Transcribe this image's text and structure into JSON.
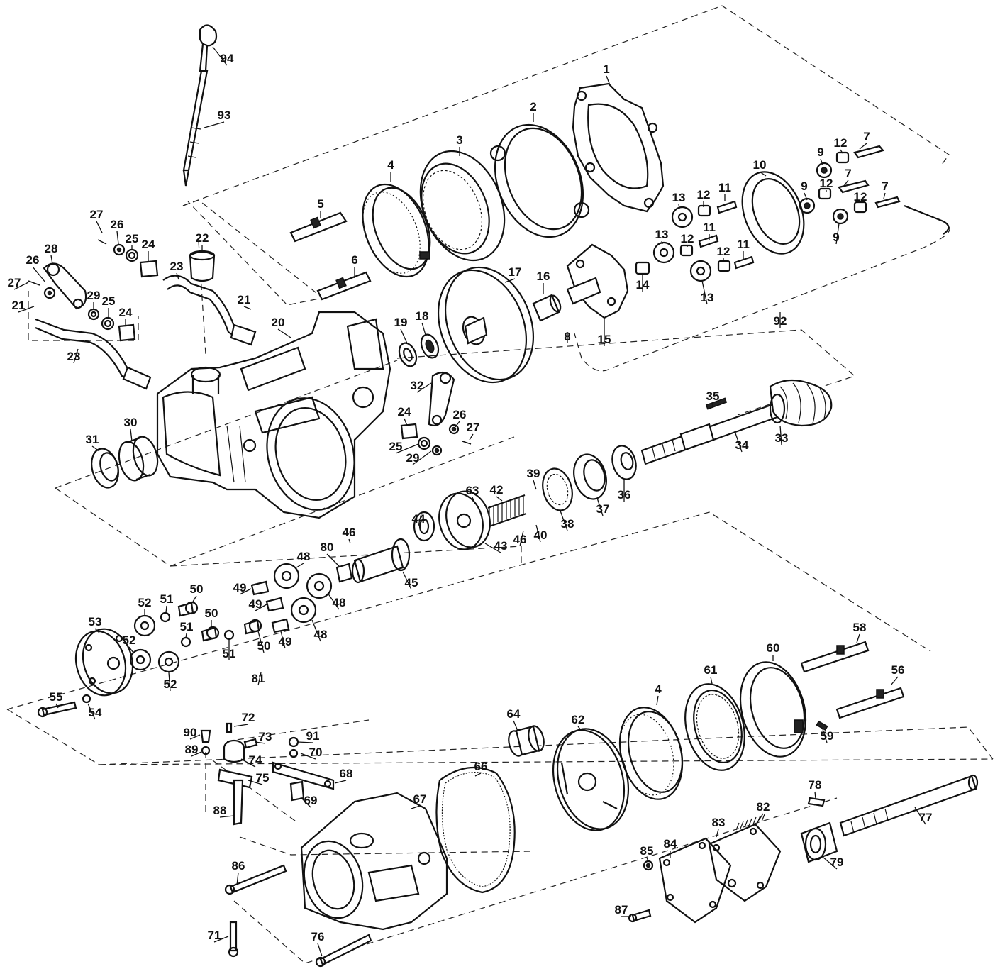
{
  "callouts": [
    {
      "id": "94",
      "text": "94"
    },
    {
      "id": "93",
      "text": "93"
    },
    {
      "id": "1",
      "text": "1"
    },
    {
      "id": "2",
      "text": "2"
    },
    {
      "id": "3",
      "text": "3"
    },
    {
      "id": "4a",
      "text": "4"
    },
    {
      "id": "5",
      "text": "5"
    },
    {
      "id": "6",
      "text": "6"
    },
    {
      "id": "7a",
      "text": "7"
    },
    {
      "id": "7b",
      "text": "7"
    },
    {
      "id": "7c",
      "text": "7"
    },
    {
      "id": "8",
      "text": "8"
    },
    {
      "id": "9a",
      "text": "9"
    },
    {
      "id": "9b",
      "text": "9"
    },
    {
      "id": "9c",
      "text": "9"
    },
    {
      "id": "10",
      "text": "10"
    },
    {
      "id": "11a",
      "text": "11"
    },
    {
      "id": "11b",
      "text": "11"
    },
    {
      "id": "11c",
      "text": "11"
    },
    {
      "id": "12a",
      "text": "12"
    },
    {
      "id": "12b",
      "text": "12"
    },
    {
      "id": "12c",
      "text": "12"
    },
    {
      "id": "12d",
      "text": "12"
    },
    {
      "id": "12e",
      "text": "12"
    },
    {
      "id": "12f",
      "text": "12"
    },
    {
      "id": "13a",
      "text": "13"
    },
    {
      "id": "13b",
      "text": "13"
    },
    {
      "id": "13c",
      "text": "13"
    },
    {
      "id": "14",
      "text": "14"
    },
    {
      "id": "15",
      "text": "15"
    },
    {
      "id": "16",
      "text": "16"
    },
    {
      "id": "17",
      "text": "17"
    },
    {
      "id": "18",
      "text": "18"
    },
    {
      "id": "19",
      "text": "19"
    },
    {
      "id": "20",
      "text": "20"
    },
    {
      "id": "21a",
      "text": "21"
    },
    {
      "id": "21b",
      "text": "21"
    },
    {
      "id": "22",
      "text": "22"
    },
    {
      "id": "23a",
      "text": "23"
    },
    {
      "id": "23b",
      "text": "23"
    },
    {
      "id": "24a",
      "text": "24"
    },
    {
      "id": "24b",
      "text": "24"
    },
    {
      "id": "24c",
      "text": "24"
    },
    {
      "id": "25a",
      "text": "25"
    },
    {
      "id": "25b",
      "text": "25"
    },
    {
      "id": "25c",
      "text": "25"
    },
    {
      "id": "26a",
      "text": "26"
    },
    {
      "id": "26b",
      "text": "26"
    },
    {
      "id": "26c",
      "text": "26"
    },
    {
      "id": "27a",
      "text": "27"
    },
    {
      "id": "27b",
      "text": "27"
    },
    {
      "id": "27c",
      "text": "27"
    },
    {
      "id": "28",
      "text": "28"
    },
    {
      "id": "29a",
      "text": "29"
    },
    {
      "id": "29b",
      "text": "29"
    },
    {
      "id": "30",
      "text": "30"
    },
    {
      "id": "31",
      "text": "31"
    },
    {
      "id": "32",
      "text": "32"
    },
    {
      "id": "33",
      "text": "33"
    },
    {
      "id": "34",
      "text": "34"
    },
    {
      "id": "35",
      "text": "35"
    },
    {
      "id": "36",
      "text": "36"
    },
    {
      "id": "37",
      "text": "37"
    },
    {
      "id": "38",
      "text": "38"
    },
    {
      "id": "39",
      "text": "39"
    },
    {
      "id": "40",
      "text": "40"
    },
    {
      "id": "42",
      "text": "42"
    },
    {
      "id": "43",
      "text": "43"
    },
    {
      "id": "44",
      "text": "44"
    },
    {
      "id": "45",
      "text": "45"
    },
    {
      "id": "46a",
      "text": "46"
    },
    {
      "id": "46b",
      "text": "46"
    },
    {
      "id": "48a",
      "text": "48"
    },
    {
      "id": "48b",
      "text": "48"
    },
    {
      "id": "48c",
      "text": "48"
    },
    {
      "id": "49a",
      "text": "49"
    },
    {
      "id": "49b",
      "text": "49"
    },
    {
      "id": "49c",
      "text": "49"
    },
    {
      "id": "50a",
      "text": "50"
    },
    {
      "id": "50b",
      "text": "50"
    },
    {
      "id": "50c",
      "text": "50"
    },
    {
      "id": "51a",
      "text": "51"
    },
    {
      "id": "51b",
      "text": "51"
    },
    {
      "id": "51c",
      "text": "51"
    },
    {
      "id": "52a",
      "text": "52"
    },
    {
      "id": "52b",
      "text": "52"
    },
    {
      "id": "52c",
      "text": "52"
    },
    {
      "id": "53",
      "text": "53"
    },
    {
      "id": "54",
      "text": "54"
    },
    {
      "id": "55",
      "text": "55"
    },
    {
      "id": "56",
      "text": "56"
    },
    {
      "id": "58",
      "text": "58"
    },
    {
      "id": "59",
      "text": "59"
    },
    {
      "id": "60",
      "text": "60"
    },
    {
      "id": "61",
      "text": "61"
    },
    {
      "id": "62",
      "text": "62"
    },
    {
      "id": "63",
      "text": "63"
    },
    {
      "id": "64",
      "text": "64"
    },
    {
      "id": "66",
      "text": "66"
    },
    {
      "id": "67",
      "text": "67"
    },
    {
      "id": "68",
      "text": "68"
    },
    {
      "id": "69",
      "text": "69"
    },
    {
      "id": "70",
      "text": "70"
    },
    {
      "id": "71",
      "text": "71"
    },
    {
      "id": "72",
      "text": "72"
    },
    {
      "id": "73",
      "text": "73"
    },
    {
      "id": "74",
      "text": "74"
    },
    {
      "id": "75",
      "text": "75"
    },
    {
      "id": "76",
      "text": "76"
    },
    {
      "id": "77",
      "text": "77"
    },
    {
      "id": "78",
      "text": "78"
    },
    {
      "id": "79",
      "text": "79"
    },
    {
      "id": "80",
      "text": "80"
    },
    {
      "id": "81",
      "text": "81"
    },
    {
      "id": "82",
      "text": "82"
    },
    {
      "id": "83",
      "text": "83"
    },
    {
      "id": "84",
      "text": "84"
    },
    {
      "id": "85",
      "text": "85"
    },
    {
      "id": "86",
      "text": "86"
    },
    {
      "id": "87",
      "text": "87"
    },
    {
      "id": "88",
      "text": "88"
    },
    {
      "id": "89",
      "text": "89"
    },
    {
      "id": "90",
      "text": "90"
    },
    {
      "id": "91",
      "text": "91"
    },
    {
      "id": "92",
      "text": "92"
    },
    {
      "id": "4b",
      "text": "4"
    }
  ]
}
